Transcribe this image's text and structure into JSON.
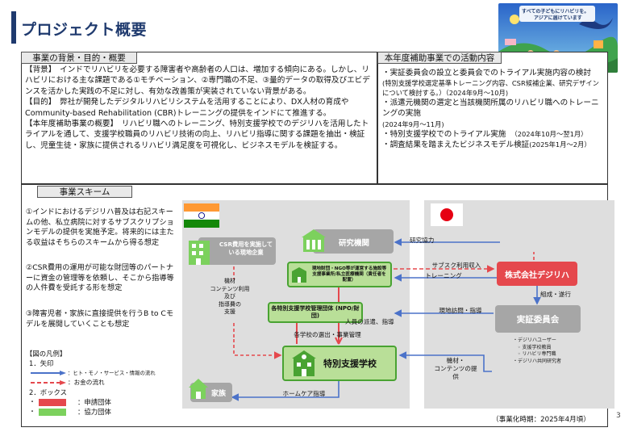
{
  "header": {
    "title": "プロジェクト概要",
    "photo_caption_1": "すべての子どもにリハビリを。",
    "photo_caption_2": "アジアに届けています"
  },
  "background_section": {
    "label": "事業の背景・目的・概要",
    "text": "【背景】　インドでリハビリを必要する障害者や高齢者の人口は、増加する傾向にある。しかし、リハビリにおける主な課題である①モチベーション、②専門職の不足、③量的データの取得及びエビデンスを活かした実践の不足に対し、有効な改善策が実装されていない背景がある。\n【目的】　弊社が開発したデジタルリハビリシステムを活用することにより、DX人材の育成やCommunity-based Rehabilitation (CBR)トレーニングの提供をインドにて推進する。\n【本年度補助事業の概要】　リハビリ職へのトレーニング、特別支援学校でのデジリハを活用したトライアルを通して、支援学校職員のリハビリ技術の向上、リハビリ指導に関する課題を抽出・検証し、児童生徒・家族に提供されるリハビリ満足度を可視化し、ビジネスモデルを検証する。"
  },
  "activities_section": {
    "label": "本年度補助事業での活動内容",
    "items": [
      {
        "main": "・実証委員会の設立と委員会でのトライアル実施内容の検討",
        "sub": "(特別支援学校選定基準トレーニング内容、CSR候補企業、研究デザインについて検討する。）（2024年9月〜10月)"
      },
      {
        "main": "・派遣元機関の選定と当該機関所属のリハビリ職へのトレーニングの実施",
        "sub": "(2024年9月〜11月)"
      },
      {
        "main": "・特別支援学校でのトライアル実施",
        "sub": "（2024年10月〜翌1月）"
      },
      {
        "main": "・調査結果を踏まえたビジネスモデル検証",
        "sub": "(2025年1月〜2月）"
      }
    ]
  },
  "scheme_section": {
    "label": "事業スキーム",
    "points": [
      "①インドにおけるデジリハ普及は右記スキームの他、私立病院に対するサブスクリプションモデルの提供を実施予定。将来的には主たる収益はそちらのスキームから得る想定",
      "②CSR費用の運用が可能な財団等のパートナーに資金の管理等を依頼し、そこから指導等の人件費を受託する形を想定",
      "③障害児者・家族に直接提供を行うB to Cモデルを展開していくことも想定"
    ],
    "legend": {
      "title": "【図の凡例】",
      "arrows_title": "1．矢印",
      "arrow_blue": "：ヒト・モノ・サービス・情報の流れ",
      "arrow_red": "：お金の流れ",
      "boxes_title": "2．ボックス",
      "box_red": "：申請団体",
      "box_green": "：協力団体"
    },
    "footer": "（事業化時期：2025年4月頃）",
    "page_number": "3"
  },
  "diagram": {
    "csr": "CSR費用を実施している現地企業",
    "research": "研究機関",
    "research_arrow": "研究協力",
    "ngo": "現地財団・NGO等が運営する施設等支援事業所/私立医療機関（責任者を配置）",
    "mgmt": "各特別支援学校管理団体 (NPO/財団)",
    "school": "特別支援学校",
    "family": "家族",
    "digiriha": "株式会社デジリハ",
    "committee": "実証委員会",
    "label_materials": "機材\nコンテンツ利用\n及び\n指導費の\n支援",
    "label_subscribe": "サブスク利用収入",
    "label_training": "トレーニング",
    "label_dispatch": "人員の派遣、指導",
    "label_select": "各学校の選出・事業管理",
    "label_homecare": "ホームケア指導",
    "label_visit": "現地訪問・指導",
    "label_organize": "組成・遂行",
    "label_provide": "機材・\nコンテンツの提供",
    "committee_members": [
      "デジリハユーザー",
      "支援学校教員",
      "リハビリ専門職",
      "デジリハ共同研究者"
    ],
    "colors": {
      "green_border": "#49a332",
      "green_fill": "#b9df98",
      "red": "#e5484d",
      "blue_arrow": "#4b72c9",
      "gray_box": "#a6a6a6",
      "title_blue": "#1f3a6e"
    }
  }
}
